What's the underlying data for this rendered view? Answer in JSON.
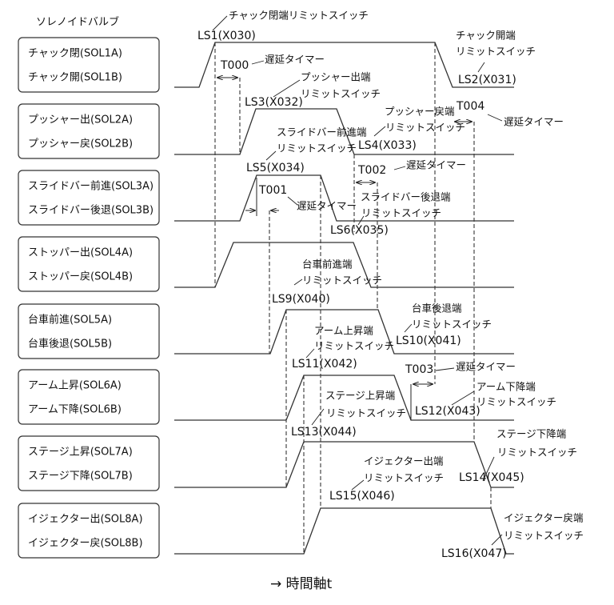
{
  "title": "ソレノイドバルブ",
  "solenoids": [
    {
      "a": "チャック閉(SOL1A)",
      "b": "チャック開(SOL1B)"
    },
    {
      "a": "プッシャー出(SOL2A)",
      "b": "プッシャー戻(SOL2B)"
    },
    {
      "a": "スライドバー前進(SOL3A)",
      "b": "スライドバー後退(SOL3B)"
    },
    {
      "a": "ストッパー出(SOL4A)",
      "b": "ストッパー戻(SOL4B)"
    },
    {
      "a": "台車前進(SOL5A)",
      "b": "台車後退(SOL5B)"
    },
    {
      "a": "アーム上昇(SOL6A)",
      "b": "アーム下降(SOL6B)"
    },
    {
      "a": "ステージ上昇(SOL7A)",
      "b": "ステージ下降(SOL7B)"
    },
    {
      "a": "イジェクター出(SOL8A)",
      "b": "イジェクター戻(SOL8B)"
    }
  ],
  "limit_switches": {
    "ls1": {
      "desc": "チャック閉端リミットスイッチ",
      "id": "LS1(X030)"
    },
    "ls2": {
      "desc1": "チャック開端",
      "desc2": "リミットスイッチ",
      "id": "LS2(X031)"
    },
    "ls3": {
      "desc1": "プッシャー出端",
      "desc2": "リミットスイッチ",
      "id": "LS3(X032)"
    },
    "ls4": {
      "desc1": "プッシャー戻端",
      "desc2": "リミットスイッチ",
      "id": "LS4(X033)"
    },
    "ls5": {
      "desc1": "スライドバー前進端",
      "desc2": "リミットスイッチ",
      "id": "LS5(X034)"
    },
    "ls6": {
      "desc1": "スライドバー後退端",
      "desc2": "リミットスイッチ",
      "id": "LS6(X035)"
    },
    "ls9": {
      "desc1": "台車前進端",
      "desc2": "リミットスイッチ",
      "id": "LS9(X040)"
    },
    "ls10": {
      "desc1": "台車後退端",
      "desc2": "リミットスイッチ",
      "id": "LS10(X041)"
    },
    "ls11": {
      "desc1": "アーム上昇端",
      "desc2": "リミットスイッチ",
      "id": "LS11(X042)"
    },
    "ls12": {
      "desc1": "アーム下降端",
      "desc2": "リミットスイッチ",
      "id": "LS12(X043)"
    },
    "ls13": {
      "desc1": "ステージ上昇端",
      "desc2": "リミットスイッチ",
      "id": "LS13(X044)"
    },
    "ls14": {
      "desc1": "ステージ下降端",
      "desc2": "リミットスイッチ",
      "id": "LS14(X045)"
    },
    "ls15": {
      "desc1": "イジェクター出端",
      "desc2": "リミットスイッチ",
      "id": "LS15(X046)"
    },
    "ls16": {
      "desc1": "イジェクター戻端",
      "desc2": "リミットスイッチ",
      "id": "LS16(X047)"
    }
  },
  "timers": {
    "t000": {
      "id": "T000",
      "desc": "遅延タイマー"
    },
    "t001": {
      "id": "T001",
      "desc": "遅延タイマー"
    },
    "t002": {
      "id": "T002",
      "desc": "遅延タイマー"
    },
    "t003": {
      "id": "T003",
      "desc": "遅延タイマー"
    },
    "t004": {
      "id": "T004",
      "desc": "遅延タイマー"
    }
  },
  "time_axis": "→ 時間軸t"
}
